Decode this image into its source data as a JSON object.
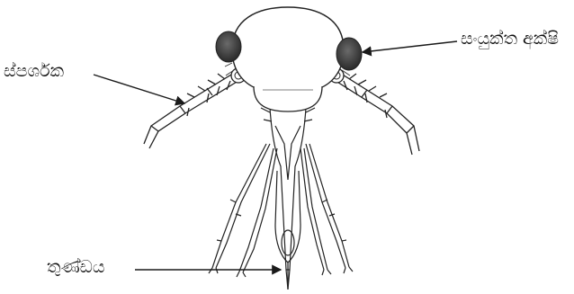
{
  "labels": {
    "compound_eye": "සංයුක්ත අක්ෂි",
    "antenna": "ස්පර්ශක",
    "proboscis": "තුණ්ඩය"
  },
  "colors": {
    "line": "#1a1a1a",
    "eye": "#3a3a3a",
    "background": "#ffffff"
  }
}
